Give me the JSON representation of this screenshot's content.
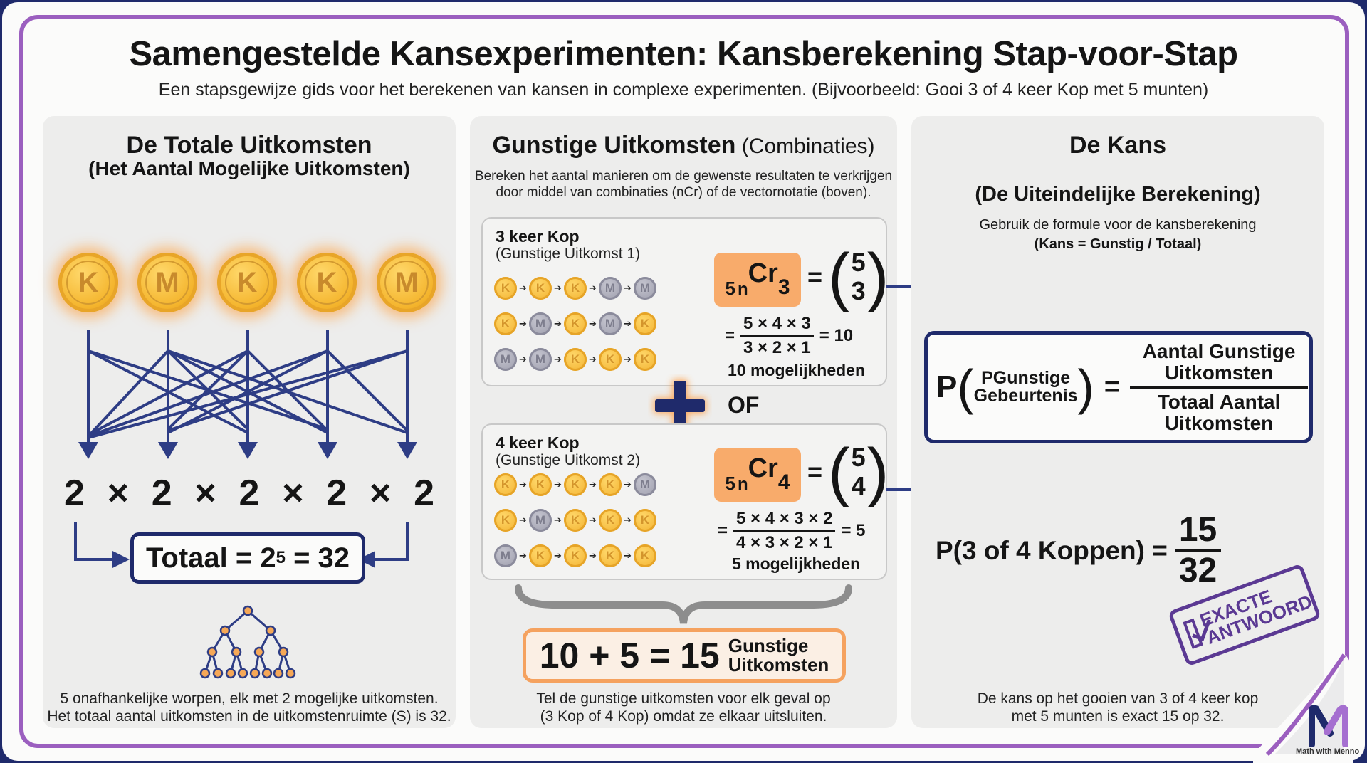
{
  "header": {
    "title": "Samengestelde Kansexperimenten: Kansberekening Stap-voor-Stap",
    "subtitle": "Een stapsgewijze gids voor het berekenen van kansen in complexe experimenten. (Bijvoorbeeld: Gooi 3 of 4 keer Kop met 5 munten)"
  },
  "colors": {
    "navy": "#1f2a6b",
    "purple_frame": "#9b5fbf",
    "coin_gold": "#f4b42c",
    "coin_silver": "#9a9aaa",
    "orange_accent": "#f8ab6b",
    "stamp_purple": "#4f2a8c"
  },
  "panel_total": {
    "title": "De Totale Uitkomsten",
    "subtitle": "(Het Aantal Mogelijke Uitkomsten)",
    "coins": [
      "K",
      "M",
      "K",
      "K",
      "M"
    ],
    "factors": [
      "2",
      "×",
      "2",
      "×",
      "2",
      "×",
      "2",
      "×",
      "2"
    ],
    "total_prefix": "Totaal = 2",
    "total_exp": "5",
    "total_suffix": " = 32",
    "tree_icon": "tree-diagram-icon",
    "caption_line1": "5 onafhankelijke worpen, elk met 2 mogelijke uitkomsten.",
    "caption_line2": "Het totaal aantal uitkomsten in de uitkomstenruimte (S) is 32."
  },
  "panel_favorable": {
    "title_bold": "Gunstige Uitkomsten",
    "title_normal": " (Combinaties)",
    "desc_line1": "Bereken het aantal manieren om de gewenste resultaten te verkrijgen",
    "desc_line2": "door middel van combinaties (nCr) of de vectornotatie (boven).",
    "cases": [
      {
        "title": "3 keer Kop",
        "subtitle": "(Gunstige Uitkomst 1)",
        "rows": [
          [
            "K",
            "K",
            "K",
            "M",
            "M"
          ],
          [
            "K",
            "M",
            "K",
            "M",
            "K"
          ],
          [
            "M",
            "M",
            "K",
            "K",
            "K"
          ]
        ],
        "ncr_n": "5",
        "ncr_sub": "n",
        "ncr_c": "Cr",
        "ncr_r": "3",
        "binom_top": "5",
        "binom_bottom": "3",
        "numerator": "5 × 4 × 3",
        "denominator": "3 × 2 × 1",
        "result": "= 10",
        "count_label": "10 mogelijkheden"
      },
      {
        "title": "4 keer Kop",
        "subtitle": "(Gunstige Uitkomst 2)",
        "rows": [
          [
            "K",
            "K",
            "K",
            "K",
            "M"
          ],
          [
            "K",
            "M",
            "K",
            "K",
            "K"
          ],
          [
            "M",
            "K",
            "K",
            "K",
            "K"
          ]
        ],
        "ncr_n": "5",
        "ncr_sub": "n",
        "ncr_c": "Cr",
        "ncr_r": "4",
        "binom_top": "5",
        "binom_bottom": "4",
        "numerator": "5 × 4 × 3 × 2",
        "denominator": "4 × 3 × 2 × 1",
        "result": "= 5",
        "count_label": "5 mogelijkheden"
      }
    ],
    "or_label": "OF",
    "sum_equation": "10 + 5 = 15",
    "sum_label_line1": "Gunstige",
    "sum_label_line2": "Uitkomsten",
    "caption_line1": "Tel de gunstige uitkomsten voor elk geval op",
    "caption_line2": "(3 Kop of 4 Kop) omdat ze elkaar uitsluiten."
  },
  "panel_probability": {
    "title": "De Kans",
    "subtitle": "(De Uiteindelijke Berekening)",
    "desc_line1": "Gebruik de formule voor de kansberekening",
    "desc_line2": "(Kans = Gunstig / Totaal)",
    "formula_p": "P",
    "formula_arg_line1": "PGunstige",
    "formula_arg_line2": "Gebeurtenis",
    "formula_eq": "=",
    "formula_num_line1": "Aantal Gunstige",
    "formula_num_line2": "Uitkomsten",
    "formula_den_line1": "Totaal Aantal",
    "formula_den_line2": "Uitkomsten",
    "result_lhs": "P(3 of 4 Koppen) =",
    "result_num": "15",
    "result_den": "32",
    "stamp_line1": "EXACTE",
    "stamp_line2": "ANTWOORD",
    "caption_line1": "De kans op het gooien van 3 of 4 keer kop",
    "caption_line2": "met 5 munten is exact 15 op 32."
  },
  "branding": {
    "logo_letter": "M",
    "logo_text": "Math with Menno"
  }
}
